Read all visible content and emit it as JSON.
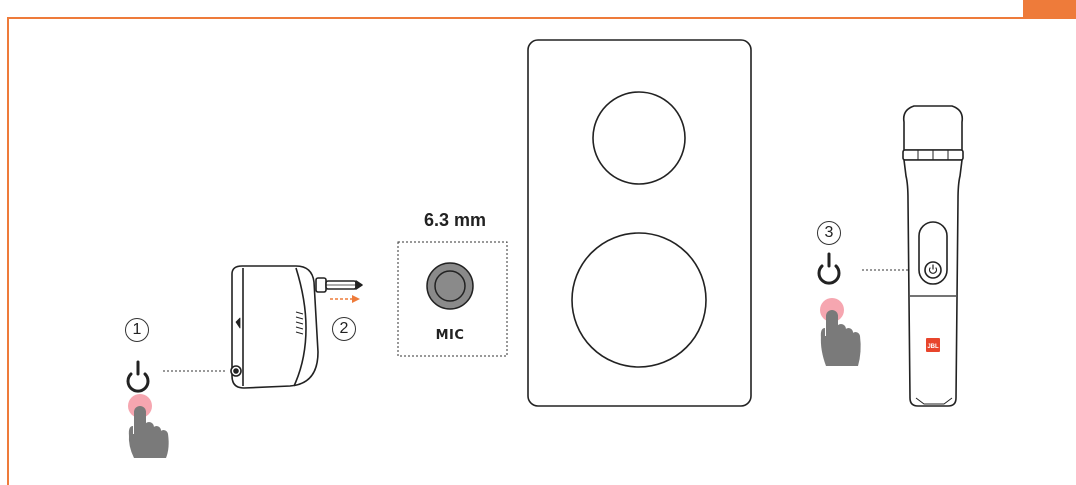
{
  "colors": {
    "accent": "#ee7b3a",
    "stroke": "#222222",
    "finger": "#7a7a7a",
    "fingertip": "#f6a6b0",
    "jbl": "#e8452c",
    "jack": "#8a8a8a"
  },
  "icons": [
    "power-icon",
    "pointing-hand-icon",
    "arrow-right-icon"
  ],
  "labels": {
    "jack_size": "6.3 mm",
    "mic_port": "MIC",
    "logo": "JBL"
  },
  "steps": [
    "1",
    "2",
    "3"
  ]
}
